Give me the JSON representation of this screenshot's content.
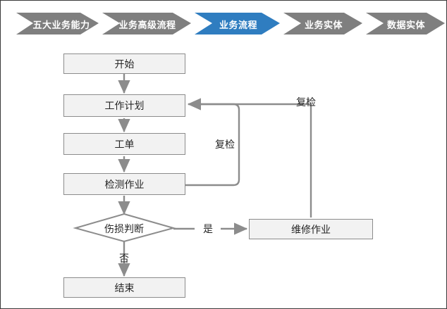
{
  "colors": {
    "chevron_inactive": "#7f7f7f",
    "chevron_active": "#2f7dc0",
    "node_fill": "#f2f2f2",
    "node_border": "#8c8c8c",
    "connector": "#8c8c8c",
    "text": "#262626",
    "chevron_text": "#ffffff",
    "page_border": "#3a3a3a",
    "background": "#ffffff"
  },
  "breadcrumb": {
    "items": [
      {
        "label": "五大业务能力",
        "active": false
      },
      {
        "label": "业务高级流程",
        "active": false
      },
      {
        "label": "业务流程",
        "active": true
      },
      {
        "label": "业务实体",
        "active": false
      },
      {
        "label": "数据实体",
        "active": false
      }
    ]
  },
  "flow": {
    "nodes": [
      {
        "id": "start",
        "label": "开始",
        "shape": "rect"
      },
      {
        "id": "workplan",
        "label": "工作计划",
        "shape": "rect"
      },
      {
        "id": "workorder",
        "label": "工单",
        "shape": "rect"
      },
      {
        "id": "inspect",
        "label": "检测作业",
        "shape": "rect"
      },
      {
        "id": "decision",
        "label": "伤损判断",
        "shape": "diamond"
      },
      {
        "id": "repair",
        "label": "维修作业",
        "shape": "rect"
      },
      {
        "id": "end",
        "label": "结束",
        "shape": "rect"
      }
    ],
    "edge_labels": {
      "recheck_inner": "复检",
      "recheck_outer": "复检",
      "yes": "是",
      "no": "否"
    }
  }
}
